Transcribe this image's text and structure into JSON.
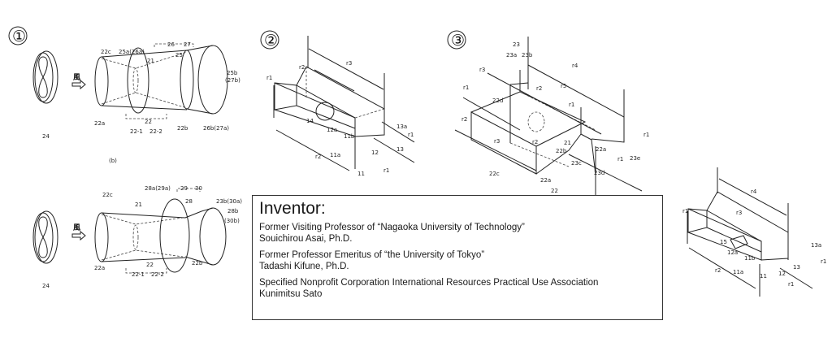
{
  "figures": {
    "fig1a": {
      "number": "①",
      "wind": "風",
      "caption": "(b)",
      "labels": [
        "24",
        "22c",
        "25a(26a)",
        "21",
        "26",
        "27",
        "25",
        "25b",
        "(27b)",
        "22a",
        "22",
        "22-1",
        "22-2",
        "22b",
        "26b(27a)"
      ]
    },
    "fig1b": {
      "wind": "風",
      "labels": [
        "24",
        "22c",
        "21",
        "28a(29a)",
        "29",
        "30",
        "28",
        "23b(30a)",
        "28b",
        "(30b)",
        "22a",
        "22",
        "22-1",
        "22-2",
        "22b"
      ]
    },
    "fig2": {
      "number": "②",
      "labels": [
        "r1",
        "r2",
        "r3",
        "14",
        "12a",
        "11b",
        "13a",
        "r1",
        "12",
        "13",
        "r2",
        "11a",
        "11",
        "r1"
      ]
    },
    "fig3": {
      "number": "③",
      "labels": [
        "23",
        "23a",
        "23b",
        "r3",
        "r1",
        "22d",
        "r2",
        "r4",
        "r5",
        "r2",
        "r1",
        "r1",
        "23e",
        "22a",
        "21",
        "22b",
        "23c",
        "23d",
        "r1",
        "22c",
        "22a",
        "22",
        "r3",
        "r2"
      ]
    },
    "fig4": {
      "labels": [
        "r4",
        "r3",
        "r1",
        "15",
        "12a",
        "11b",
        "13a",
        "r1",
        "12",
        "13",
        "11a",
        "11",
        "r2",
        "r1"
      ]
    }
  },
  "inventor": {
    "title": "Inventor:",
    "entries": [
      {
        "affiliation": "Former Visiting Professor of “Nagaoka University of Technology”",
        "name": "Souichirou Asai, Ph.D."
      },
      {
        "affiliation": "Former Professor Emeritus of “the University of Tokyo”",
        "name": "Tadashi Kifune, Ph.D."
      },
      {
        "affiliation": "Specified Nonprofit Corporation International Resources Practical Use Association",
        "name": "Kunimitsu Sato"
      }
    ]
  }
}
